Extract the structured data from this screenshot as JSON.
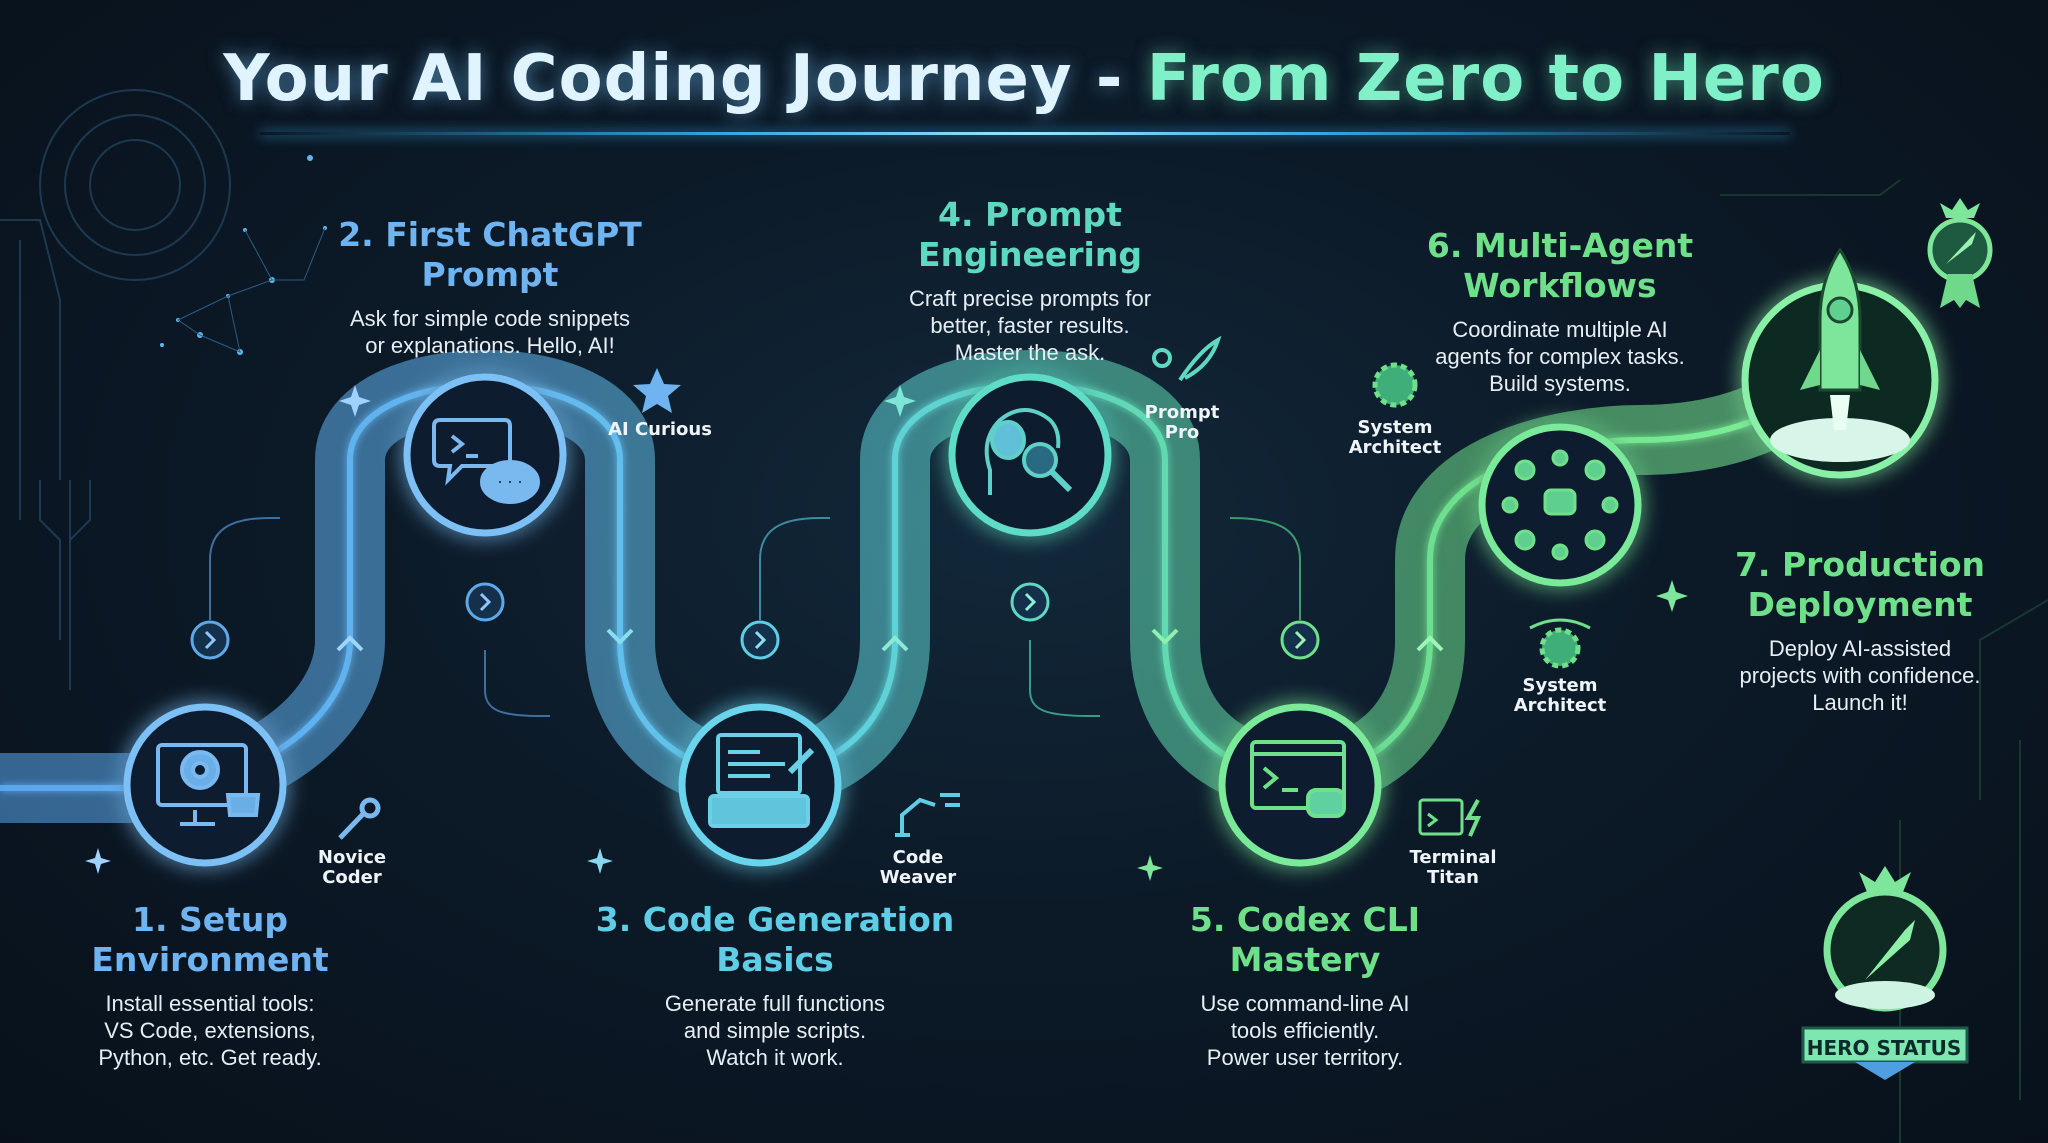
{
  "title": {
    "part1": "Your AI Coding Journey -",
    "part2": "From Zero to Hero"
  },
  "colors": {
    "background": "#0a1420",
    "blue": "#6fb3f0",
    "cyan": "#5fd0e0",
    "teal": "#5fd8b8",
    "green": "#6fe08a",
    "text": "#e6eef4"
  },
  "steps": [
    {
      "number": "1",
      "heading_line1": "1. Setup",
      "heading_line2": "Environment",
      "desc_line1": "Install essential tools:",
      "desc_line2": "VS Code, extensions,",
      "desc_line3": "Python, etc. Get ready.",
      "icon": "monitor-gear-coffee-icon",
      "color": "#6fb3f0",
      "badge_line1": "Novice",
      "badge_line2": "Coder",
      "badge_icon": "wrench-icon"
    },
    {
      "number": "2",
      "heading_line1": "2. First ChatGPT",
      "heading_line2": "Prompt",
      "desc_line1": "Ask for simple code snippets",
      "desc_line2": "or explanations. Hello, AI!",
      "icon": "chat-bubbles-icon",
      "color": "#6fb3f0",
      "badge_line1": "AI Curious",
      "badge_line2": "",
      "badge_icon": "star-icon"
    },
    {
      "number": "3",
      "heading_line1": "3. Code Generation",
      "heading_line2": "Basics",
      "desc_line1": "Generate full functions",
      "desc_line2": "and simple scripts.",
      "desc_line3": "Watch it work.",
      "icon": "code-editor-keyboard-icon",
      "color": "#5fcde6",
      "badge_line1": "Code",
      "badge_line2": "Weaver",
      "badge_icon": "robot-arm-icon"
    },
    {
      "number": "4",
      "heading_line1": "4. Prompt",
      "heading_line2": "Engineering",
      "desc_line1": "Craft precise prompts for",
      "desc_line2": "better, faster results.",
      "desc_line3": "Master the ask.",
      "icon": "brain-magnifier-icon",
      "color": "#5fd8c0",
      "badge_line1": "Prompt",
      "badge_line2": "Pro",
      "badge_icon": "lightbulb-quill-icon"
    },
    {
      "number": "5",
      "heading_line1": "5. Codex CLI",
      "heading_line2": "Mastery",
      "desc_line1": "Use command-line AI",
      "desc_line2": "tools efficiently.",
      "desc_line3": "Power user territory.",
      "icon": "terminal-robot-icon",
      "color": "#6fe08a",
      "badge_line1": "Terminal",
      "badge_line2": "Titan",
      "badge_icon": "terminal-lightning-icon"
    },
    {
      "number": "6",
      "heading_line1": "6. Multi-Agent",
      "heading_line2": "Workflows",
      "desc_line1": "Coordinate multiple AI",
      "desc_line2": "agents for complex tasks.",
      "desc_line3": "Build systems.",
      "icon": "agent-network-icon",
      "color": "#6fe08a",
      "badge_line1": "System",
      "badge_line2": "Architect",
      "badge_icon": "gear-icon"
    },
    {
      "number": "7",
      "heading_line1": "7. Production",
      "heading_line2": "Deployment",
      "desc_line1": "Deploy AI-assisted",
      "desc_line2": "projects with confidence.",
      "desc_line3": "Launch it!",
      "icon": "rocket-launch-icon",
      "color": "#6fe08a",
      "badge_line1": "",
      "badge_line2": "",
      "badge_icon": "rocket-medal-icon"
    }
  ],
  "extra_badge": {
    "line1": "System",
    "line2": "Architect",
    "icon": "gear-cycle-icon"
  },
  "hero_badge": {
    "label": "HERO STATUS",
    "icon": "crown-rocket-icon"
  }
}
